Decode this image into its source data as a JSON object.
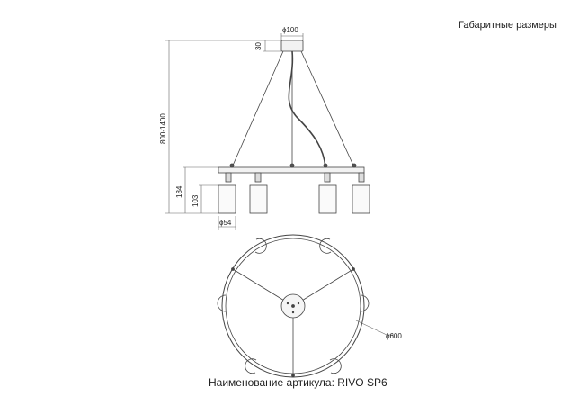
{
  "header": {
    "title": "Габаритные размеры"
  },
  "dimensions": {
    "canopy_diameter": "ϕ100",
    "canopy_height": "30",
    "overall_height": "800-1400",
    "shade_drop": "184",
    "shade_height": "103",
    "shade_diameter": "ϕ54",
    "ring_diameter": "ϕ600"
  },
  "caption": {
    "article": "Наименование артикула: RIVO SP6"
  }
}
